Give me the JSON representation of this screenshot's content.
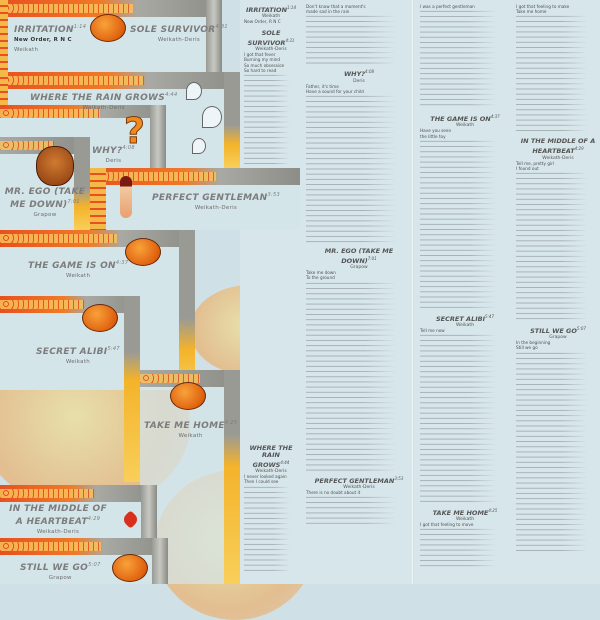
{
  "colors": {
    "accent_orange": "#e8501f",
    "frame_gray": "#9a9a95",
    "panel_blue": "#d4e5ea",
    "stripe_yellow": "#f4b32a"
  },
  "collage": [
    {
      "title": "Irritation",
      "time": "1:14",
      "credit": "Weikath",
      "note": "New Order, R N C"
    },
    {
      "title": "Sole Survivor",
      "time": "4:31",
      "credit": "Weikath-Deris"
    },
    {
      "title": "Where the Rain Grows",
      "time": "4:44",
      "credit": "Weikath-Deris"
    },
    {
      "title": "Why?",
      "time": "4:08",
      "credit": "Deris"
    },
    {
      "title": "Mr. Ego (Take Me Down)",
      "time": "7:01",
      "credit": "Grapow"
    },
    {
      "title": "Perfect Gentleman",
      "time": "3:53",
      "credit": "Weikath-Deris"
    },
    {
      "title": "The Game Is On",
      "time": "4:37",
      "credit": "Weikath"
    },
    {
      "title": "Secret Alibi",
      "time": "5:47",
      "credit": "Weikath"
    },
    {
      "title": "Take Me Home",
      "time": "4:25",
      "credit": "Weikath"
    },
    {
      "title": "In the Middle of a Heartbeat",
      "time": "4:29",
      "credit": "Weikath-Deris"
    },
    {
      "title": "Still We Go",
      "time": "5:07",
      "credit": "Grapow"
    }
  ],
  "lyrics": {
    "columns": [
      {
        "sections": [
          {
            "title": "Irritation",
            "time": "1:14",
            "credit": "Weikath",
            "lines": [
              "New Order, R N C"
            ],
            "fill": 0
          },
          {
            "title": "Sole Survivor",
            "time": "4:31",
            "credit": "Weikath-Deris",
            "lines": [
              "I got that fever",
              "Burning my mind",
              "So much obsession",
              "So hard to read"
            ],
            "fill": 110
          },
          {
            "title": "Where the Rain Grows",
            "time": "4:44",
            "credit": "Weikath-Deris",
            "lines": [
              "I never looked again",
              "Then I could see"
            ],
            "fill": 90
          }
        ]
      },
      {
        "sections": [
          {
            "title": "",
            "time": "",
            "credit": "",
            "lines": [
              "Don't know that a moment's",
              "made sad in the rain"
            ],
            "fill": 50
          },
          {
            "title": "Why?",
            "time": "4:08",
            "credit": "Deris",
            "lines": [
              "Father, it's time",
              "Have a sound for your child"
            ],
            "fill": 150
          },
          {
            "title": "Mr. Ego (Take Me Down)",
            "time": "7:01",
            "credit": "Grapow",
            "lines": [
              "Take me down",
              "To the ground"
            ],
            "fill": 190
          },
          {
            "title": "Perfect Gentleman",
            "time": "3:53",
            "credit": "Weikath-Deris",
            "lines": [
              "There is no doubt about it"
            ],
            "fill": 30
          }
        ]
      },
      {
        "sections": [
          {
            "title": "",
            "time": "",
            "credit": "",
            "lines": [
              "I was a perfect gentleman"
            ],
            "fill": 100
          },
          {
            "title": "The Game Is On",
            "time": "4:37",
            "credit": "Weikath",
            "lines": [
              "Have you seen",
              "the little toy"
            ],
            "fill": 170
          },
          {
            "title": "Secret Alibi",
            "time": "5:47",
            "credit": "Weikath",
            "lines": [
              "Tell me now"
            ],
            "fill": 170
          },
          {
            "title": "Take Me Home",
            "time": "4:25",
            "credit": "Weikath",
            "lines": [
              "I got that feeling to move"
            ],
            "fill": 40
          }
        ]
      },
      {
        "sections": [
          {
            "title": "",
            "time": "",
            "credit": "",
            "lines": [
              "I got that feeling to make",
              "Take me home"
            ],
            "fill": 120
          },
          {
            "title": "In the Middle of a Heartbeat",
            "time": "4:29",
            "credit": "Weikath-Deris",
            "lines": [
              "Tell me, pretty girl",
              "I found out"
            ],
            "fill": 150
          },
          {
            "title": "Still We Go",
            "time": "5:07",
            "credit": "Grapow",
            "lines": [
              "In the beginning",
              "Still we go"
            ],
            "fill": 200
          }
        ]
      }
    ]
  }
}
